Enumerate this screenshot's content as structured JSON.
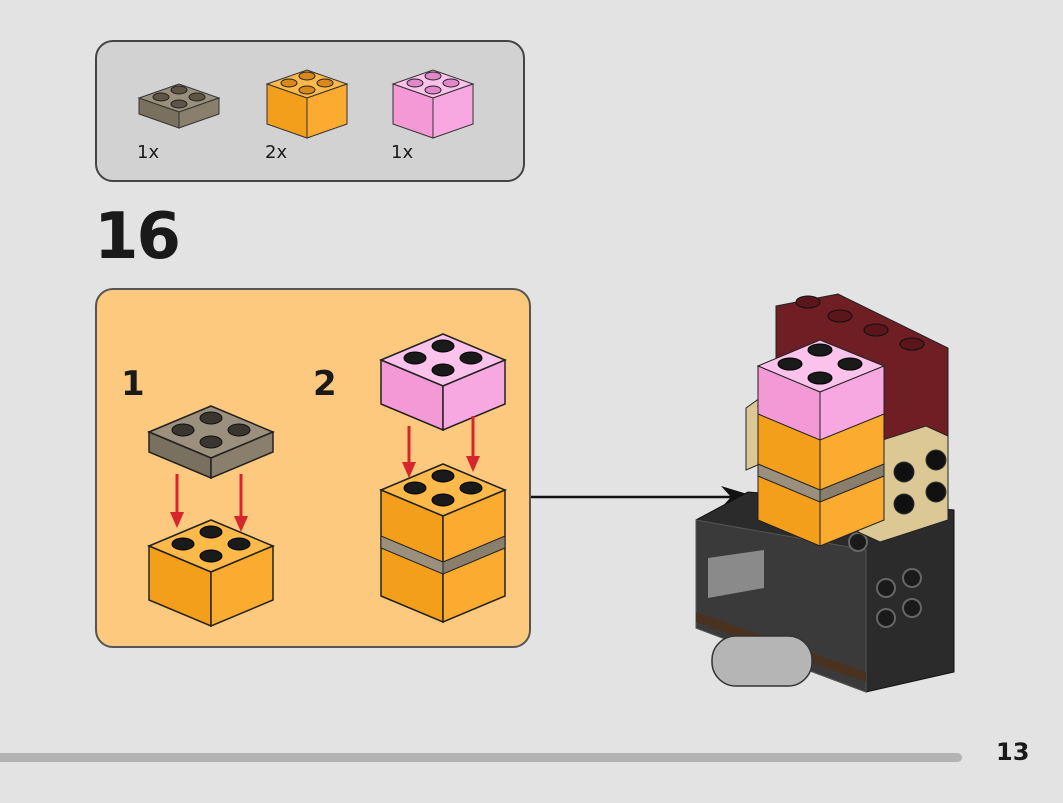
{
  "parts_list": [
    {
      "name": "dark-tan-plate-2x2",
      "qty": "1x",
      "color": "#8f8472"
    },
    {
      "name": "orange-brick-2x2",
      "qty": "2x",
      "color": "#fbab2f"
    },
    {
      "name": "pink-brick-2x2",
      "qty": "1x",
      "color": "#f7a8e0"
    }
  ],
  "step": {
    "number": "16"
  },
  "substeps": [
    {
      "number": "1"
    },
    {
      "number": "2"
    }
  ],
  "page": {
    "number": "13"
  },
  "colors": {
    "background": "#e3e3e3",
    "parts_panel": "#d2d2d2",
    "substep_panel": "#fdc97e",
    "arrow": "#d6262b"
  }
}
